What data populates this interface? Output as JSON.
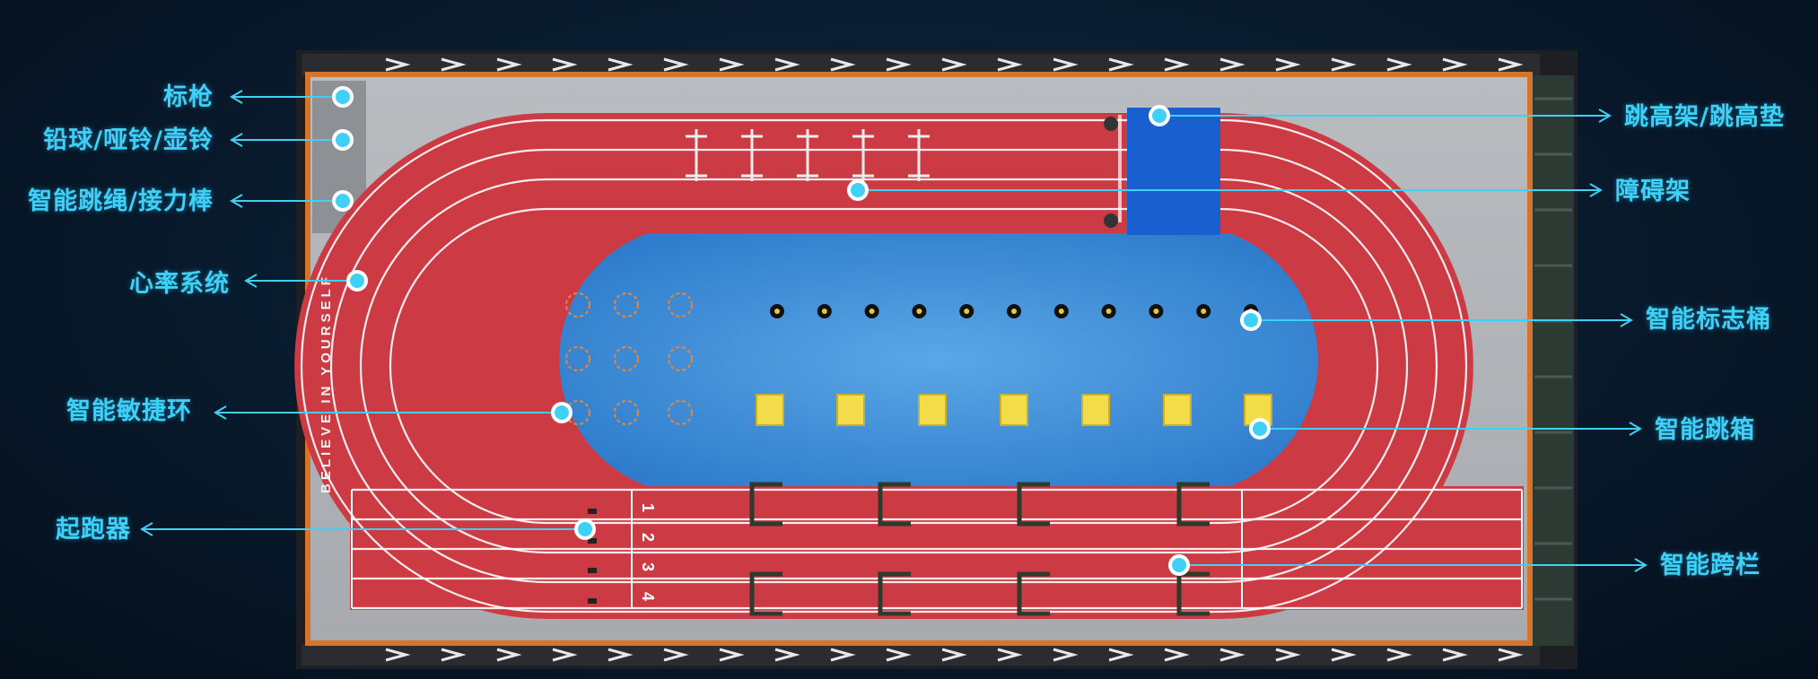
{
  "diagram": {
    "wall_slogan": "BELIEVE IN YOURSELF",
    "lane_numbers": [
      "1",
      "2",
      "3",
      "4"
    ],
    "colors": {
      "background": "#081a2c",
      "track": "#cc3a44",
      "infield": "#3d8fd8",
      "callout": "#3fd0f5",
      "box": "#f2dc4a",
      "high_jump_mat": "#1a5fd0"
    },
    "callouts": {
      "left": [
        {
          "id": "javelin",
          "label": "标枪"
        },
        {
          "id": "shotput",
          "label": "铅球/哑铃/壶铃"
        },
        {
          "id": "jumprope",
          "label": "智能跳绳/接力棒"
        },
        {
          "id": "heartrate",
          "label": "心率系统"
        },
        {
          "id": "agility-ring",
          "label": "智能敏捷环"
        },
        {
          "id": "starting-block",
          "label": "起跑器"
        }
      ],
      "right": [
        {
          "id": "high-jump",
          "label": "跳高架/跳高垫"
        },
        {
          "id": "hurdle-rack",
          "label": "障碍架"
        },
        {
          "id": "cone",
          "label": "智能标志桶"
        },
        {
          "id": "plyo-box",
          "label": "智能跳箱"
        },
        {
          "id": "hurdle",
          "label": "智能跨栏"
        }
      ]
    }
  }
}
